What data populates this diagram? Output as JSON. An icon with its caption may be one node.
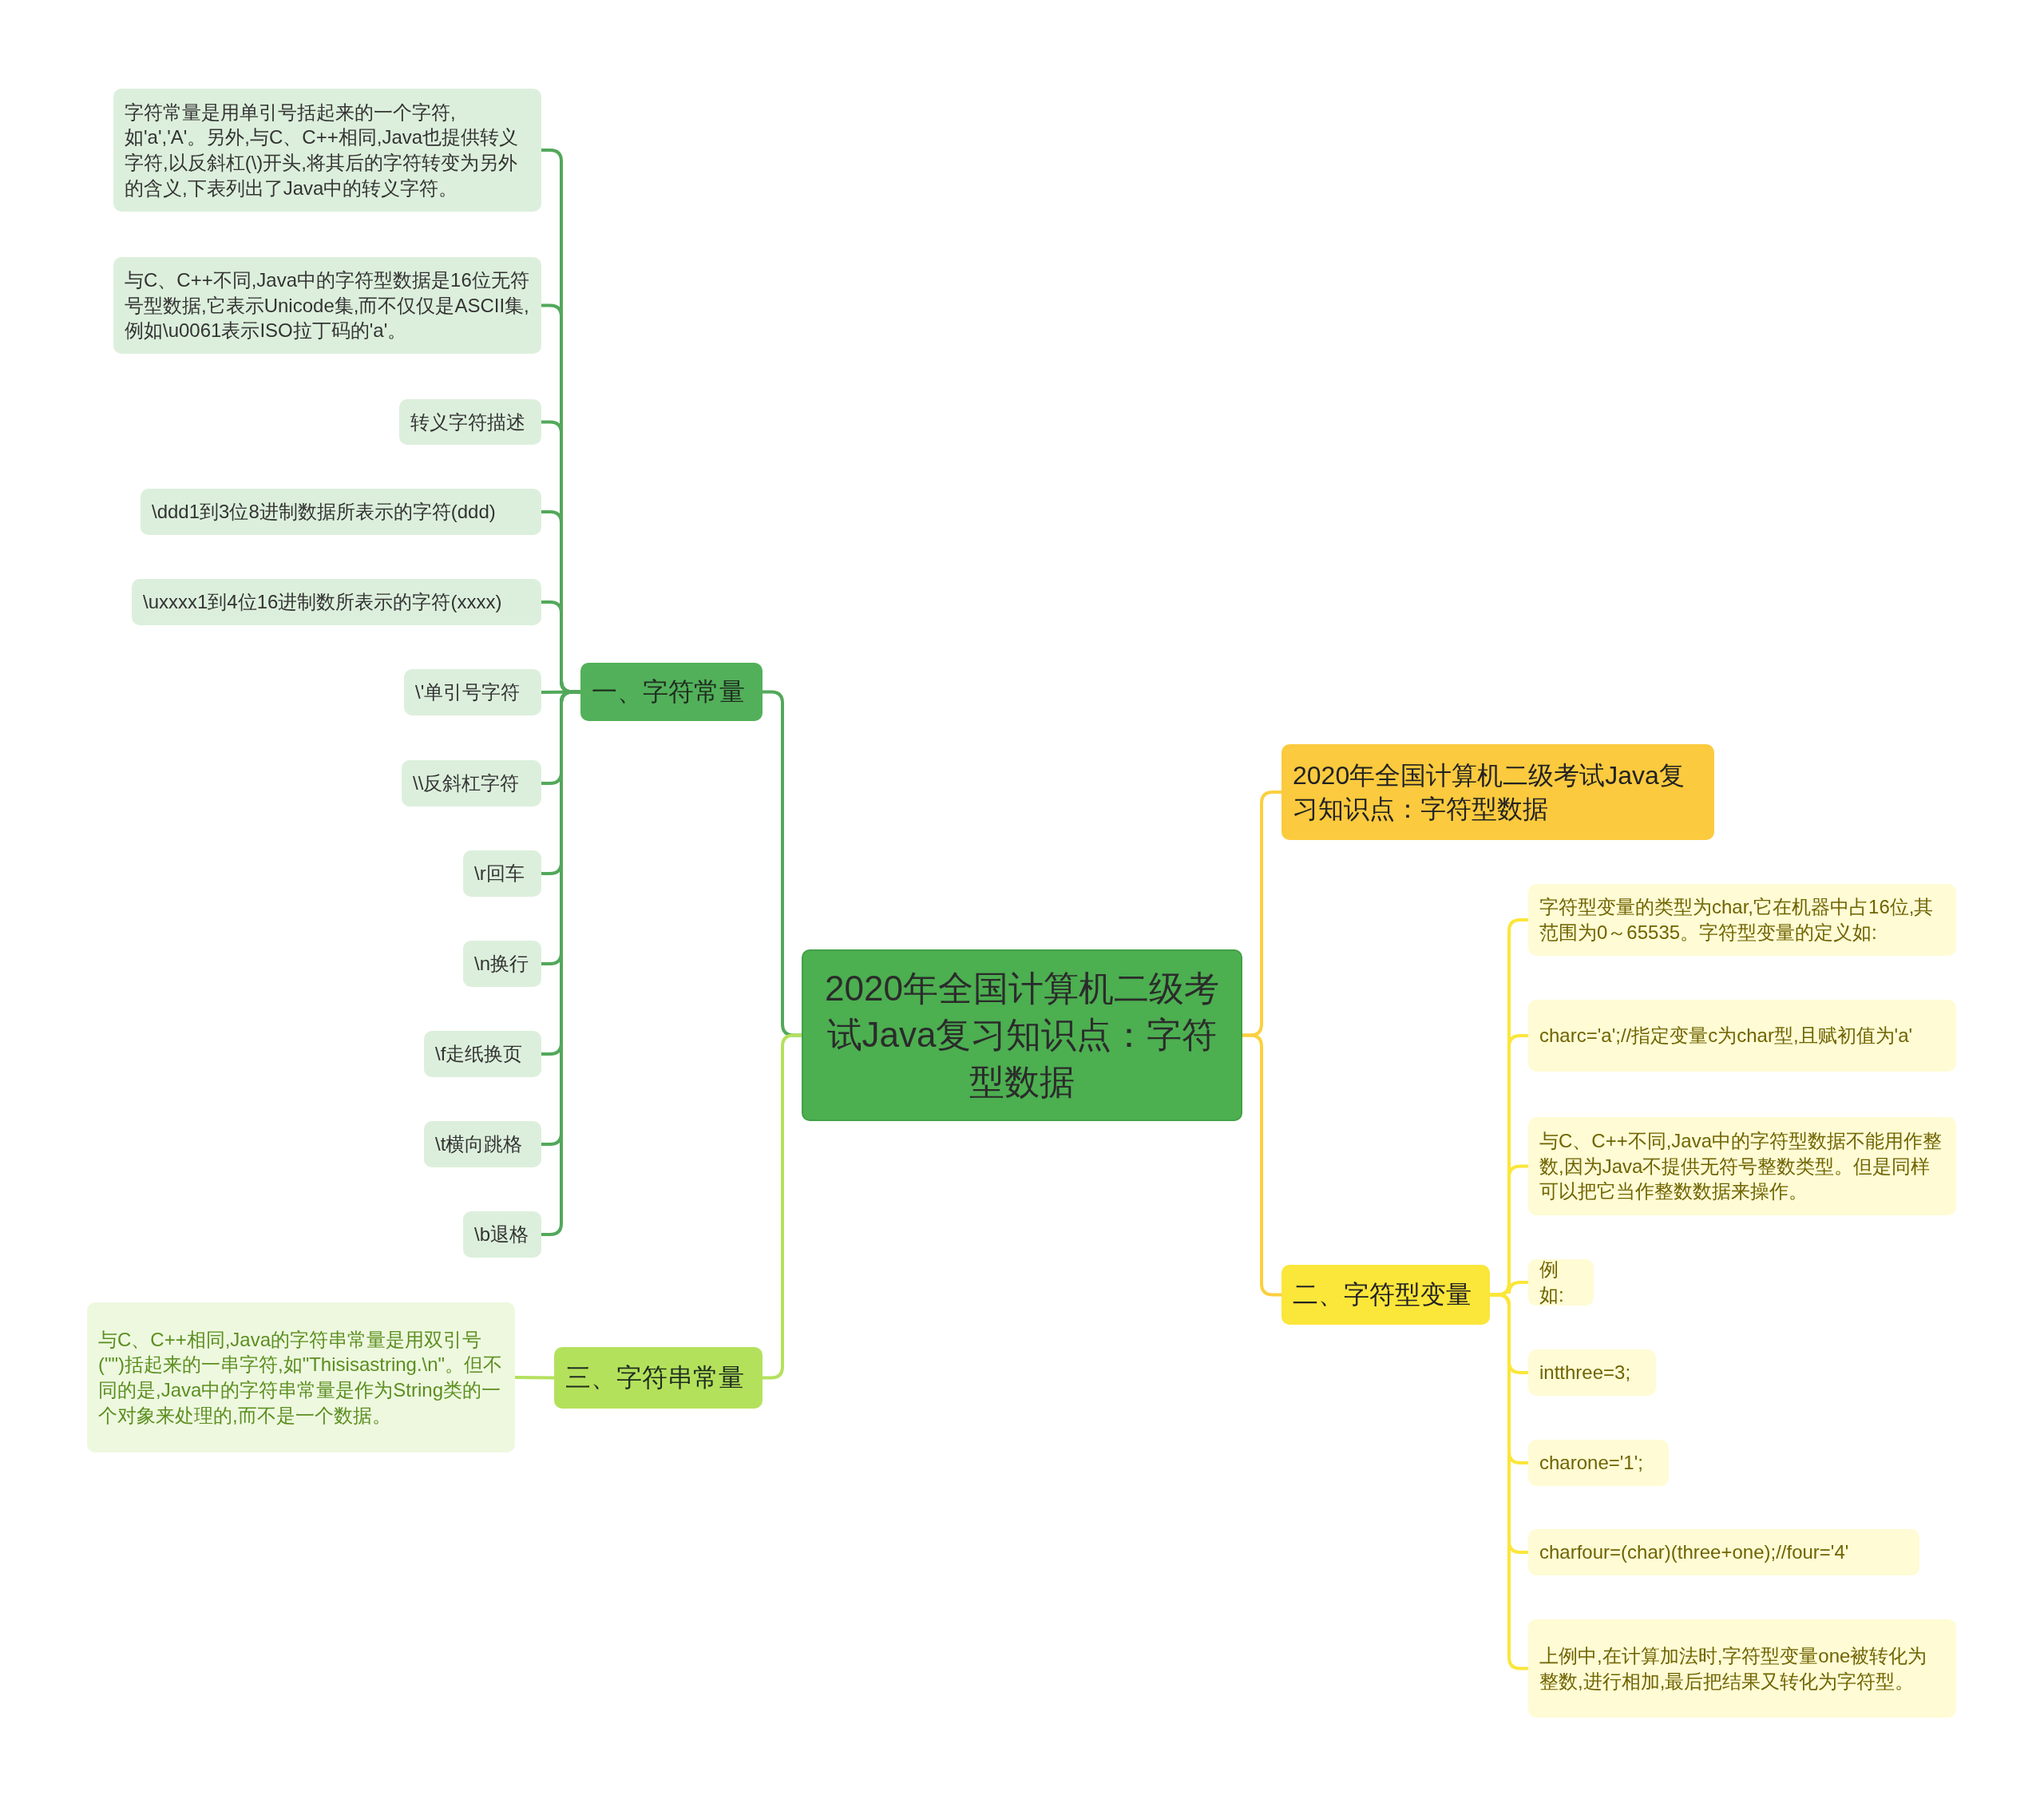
{
  "diagram": {
    "nodes": [
      {
        "text": [
          "2020年全国计算机二级考试Java复习知识点：字符型数据"
        ]
      },
      {
        "text": [
          "一、字符常量"
        ]
      },
      {
        "text": [
          "字符常量是用单引号括起来的一个字符,如'a','A'。另外,与C、C++相同,Java也提供转义字符,以反斜杠(\\)开头,将其后的字符转变为另外的含义,下表列出了Java中的转义字符。"
        ]
      },
      {
        "text": [
          "与C、C++不同,Java中的字符型数据是16位无符号型数据,它表示Unicode集,而不仅仅是ASCII集,例如\\u0061表示ISO拉丁码的'a'。"
        ]
      },
      {
        "text": [
          "转义字符描述"
        ]
      },
      {
        "text": [
          "\\ddd1到3位8进制数据所表示的字符(ddd)"
        ]
      },
      {
        "text": [
          "\\uxxxx1到4位16进制数所表示的字符(xxxx)"
        ]
      },
      {
        "text": [
          "\\'单引号字符"
        ]
      },
      {
        "text": [
          "\\\\反斜杠字符"
        ]
      },
      {
        "text": [
          "\\r回车"
        ]
      },
      {
        "text": [
          "\\n换行"
        ]
      },
      {
        "text": [
          "\\f走纸换页"
        ]
      },
      {
        "text": [
          "\\t横向跳格"
        ]
      },
      {
        "text": [
          "\\b退格"
        ]
      },
      {
        "text": [
          "三、字符串常量"
        ]
      },
      {
        "text": [
          "与C、C++相同,Java的字符串常量是用双引号(\"\")括起来的一串字符,如\"Thisisastring.\\n\"。但不同的是,Java中的字符串常量是作为String类的一个对象来处理的,而不是一个数据。"
        ]
      },
      {
        "text": [
          "2020年全国计算机二级考试Java复习知识点：字符型数据"
        ]
      },
      {
        "text": [
          "二、字符型变量"
        ]
      },
      {
        "text": [
          "字符型变量的类型为char,它在机器中占16位,其范围为0～65535。字符型变量的定义如:"
        ]
      },
      {
        "text": [
          "charc='a';//指定变量c为char型,且赋初值为'a'"
        ]
      },
      {
        "text": [
          "与C、C++不同,Java中的字符型数据不能用作整数,因为Java不提供无符号整数类型。但是同样可以把它当作整数数据来操作。"
        ]
      },
      {
        "text": [
          "例如:"
        ]
      },
      {
        "text": [
          "intthree=3;"
        ]
      },
      {
        "text": [
          "charone='1';"
        ]
      },
      {
        "text": [
          "charfour=(char)(three+one);//four='4'"
        ]
      },
      {
        "text": [
          "上例中,在计算加法时,字符型变量one被转化为整数,进行相加,最后把结果又转化为字符型。"
        ]
      }
    ],
    "edges": [
      {
        "from": 0,
        "to": 1,
        "arrow": "none"
      },
      {
        "from": 1,
        "to": 2,
        "arrow": "none"
      },
      {
        "from": 1,
        "to": 3,
        "arrow": "none"
      },
      {
        "from": 1,
        "to": 4,
        "arrow": "none"
      },
      {
        "from": 1,
        "to": 5,
        "arrow": "none"
      },
      {
        "from": 1,
        "to": 6,
        "arrow": "none"
      },
      {
        "from": 1,
        "to": 7,
        "arrow": "none"
      },
      {
        "from": 1,
        "to": 8,
        "arrow": "none"
      },
      {
        "from": 1,
        "to": 9,
        "arrow": "none"
      },
      {
        "from": 1,
        "to": 10,
        "arrow": "none"
      },
      {
        "from": 1,
        "to": 11,
        "arrow": "none"
      },
      {
        "from": 1,
        "to": 12,
        "arrow": "none"
      },
      {
        "from": 1,
        "to": 13,
        "arrow": "none"
      },
      {
        "from": 0,
        "to": 14,
        "arrow": "none",
        "color": "#b4e15c"
      },
      {
        "from": 14,
        "to": 15,
        "arrow": "none",
        "color": "#b4e15c"
      },
      {
        "from": 0,
        "to": 16,
        "arrow": "none",
        "color": "#fbd03f"
      },
      {
        "from": 0,
        "to": 17,
        "arrow": "none",
        "color": "#fbd03f"
      },
      {
        "from": 17,
        "to": 18,
        "arrow": "none",
        "color": "#fbe63a"
      },
      {
        "from": 17,
        "to": 19,
        "arrow": "none",
        "color": "#fbe63a"
      },
      {
        "from": 17,
        "to": 20,
        "arrow": "none",
        "color": "#fbe63a"
      },
      {
        "from": 17,
        "to": 21,
        "arrow": "none",
        "color": "#fbe63a"
      },
      {
        "from": 17,
        "to": 22,
        "arrow": "none",
        "color": "#fbe63a"
      },
      {
        "from": 17,
        "to": 23,
        "arrow": "none",
        "color": "#fbe63a"
      },
      {
        "from": 17,
        "to": 24,
        "arrow": "none",
        "color": "#fbe63a"
      },
      {
        "from": 17,
        "to": 25,
        "arrow": "none",
        "color": "#fbe63a"
      }
    ]
  }
}
